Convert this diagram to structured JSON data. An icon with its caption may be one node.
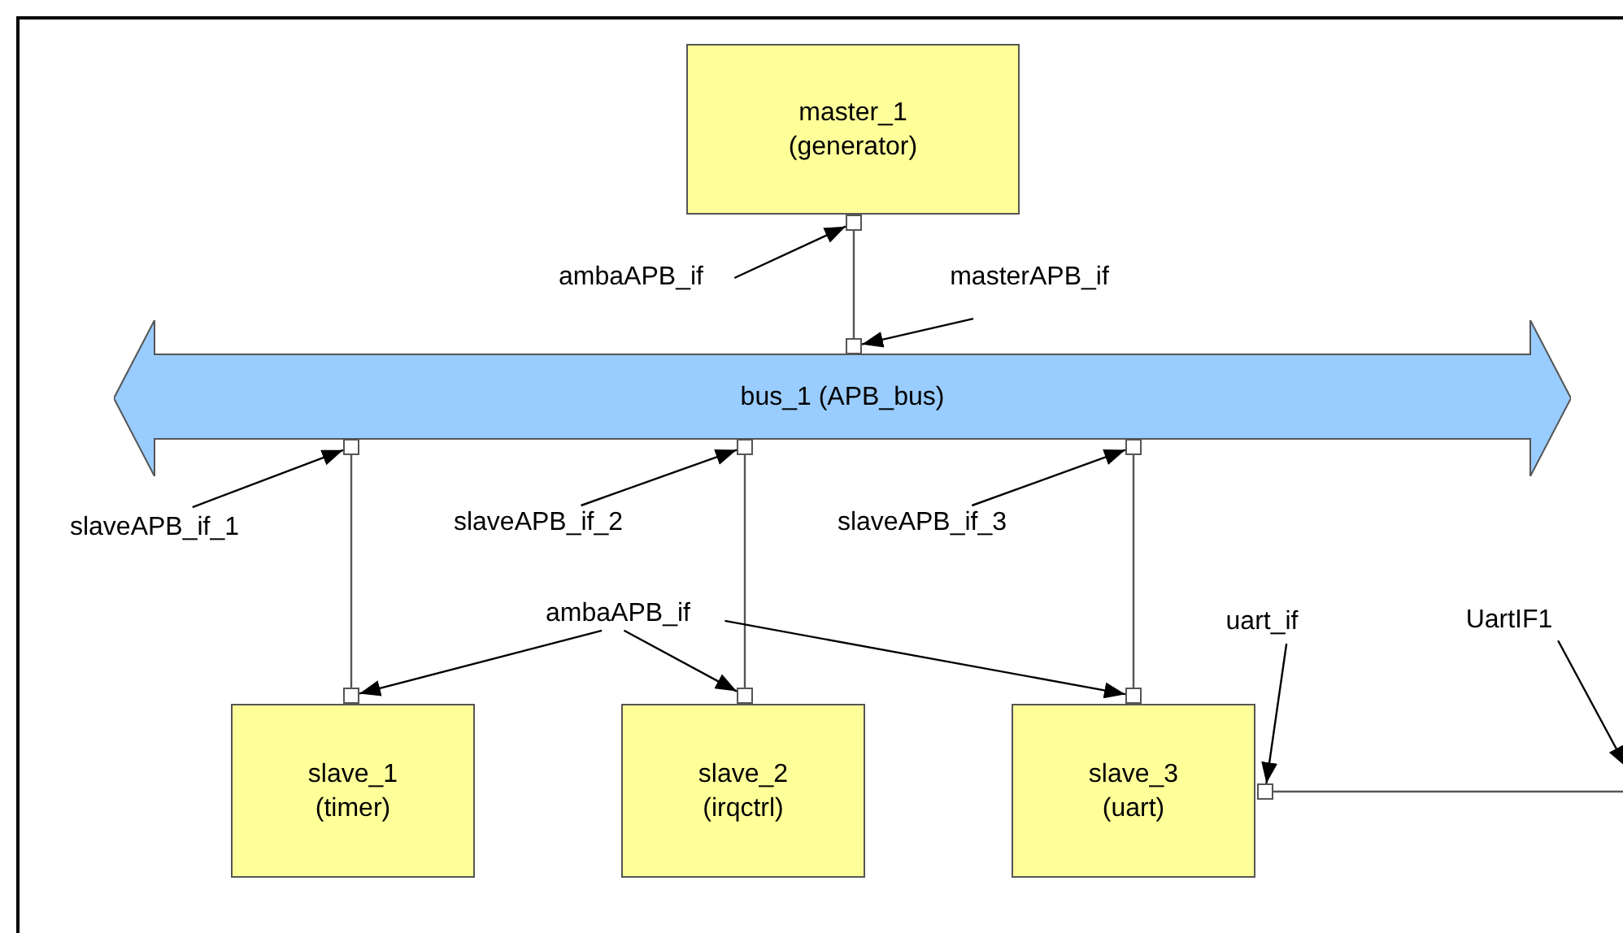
{
  "diagram": {
    "nodes": [
      {
        "text": [
          "master_1 (generator)"
        ]
      },
      {
        "text": [
          "bus_1 (APB_bus)"
        ]
      },
      {
        "text": [
          "slave_1 (timer)"
        ]
      },
      {
        "text": [
          "slave_2 (irqctrl)"
        ]
      },
      {
        "text": [
          "slave_3 (uart)"
        ]
      },
      {
        "text": [],
        "shape": "box"
      },
      {
        "text": [],
        "shape": "box"
      },
      {
        "text": [],
        "shape": "box"
      },
      {
        "text": [],
        "shape": "box"
      },
      {
        "text": [],
        "shape": "box"
      },
      {
        "text": [],
        "shape": "box"
      },
      {
        "text": [],
        "shape": "box"
      },
      {
        "text": [],
        "shape": "box"
      },
      {
        "text": [],
        "shape": "box"
      },
      {
        "text": [
          "ambaAPB_if"
        ]
      },
      {
        "text": [
          "masterAPB_if"
        ]
      },
      {
        "text": [
          "slaveAPB_if_1"
        ]
      },
      {
        "text": [
          "slaveAPB_if_2"
        ]
      },
      {
        "text": [
          "slaveAPB_if_3"
        ]
      },
      {
        "text": [
          "ambaAPB_if"
        ]
      },
      {
        "text": [
          "uart_if"
        ]
      },
      {
        "text": [
          "UartIF1"
        ]
      }
    ],
    "edges": [
      {
        "from": 5,
        "to": 6,
        "arrow": "none"
      },
      {
        "from": 7,
        "to": 10,
        "arrow": "none"
      },
      {
        "from": 8,
        "to": 11,
        "arrow": "none"
      },
      {
        "from": 9,
        "to": 12,
        "arrow": "none"
      },
      {
        "from": 13,
        "to": null,
        "arrow": "none"
      },
      {
        "from": 14,
        "to": 5,
        "arrow": "to"
      },
      {
        "from": 15,
        "to": 6,
        "arrow": "to"
      },
      {
        "from": 16,
        "to": 7,
        "arrow": "to"
      },
      {
        "from": 17,
        "to": 8,
        "arrow": "to"
      },
      {
        "from": 18,
        "to": 9,
        "arrow": "to"
      },
      {
        "from": 19,
        "to": 10,
        "arrow": "to"
      },
      {
        "from": 19,
        "to": 11,
        "arrow": "to"
      },
      {
        "from": 19,
        "to": 12,
        "arrow": "to"
      },
      {
        "from": 20,
        "to": 13,
        "arrow": "to"
      },
      {
        "from": 21,
        "to": null,
        "arrow": "to"
      }
    ]
  }
}
